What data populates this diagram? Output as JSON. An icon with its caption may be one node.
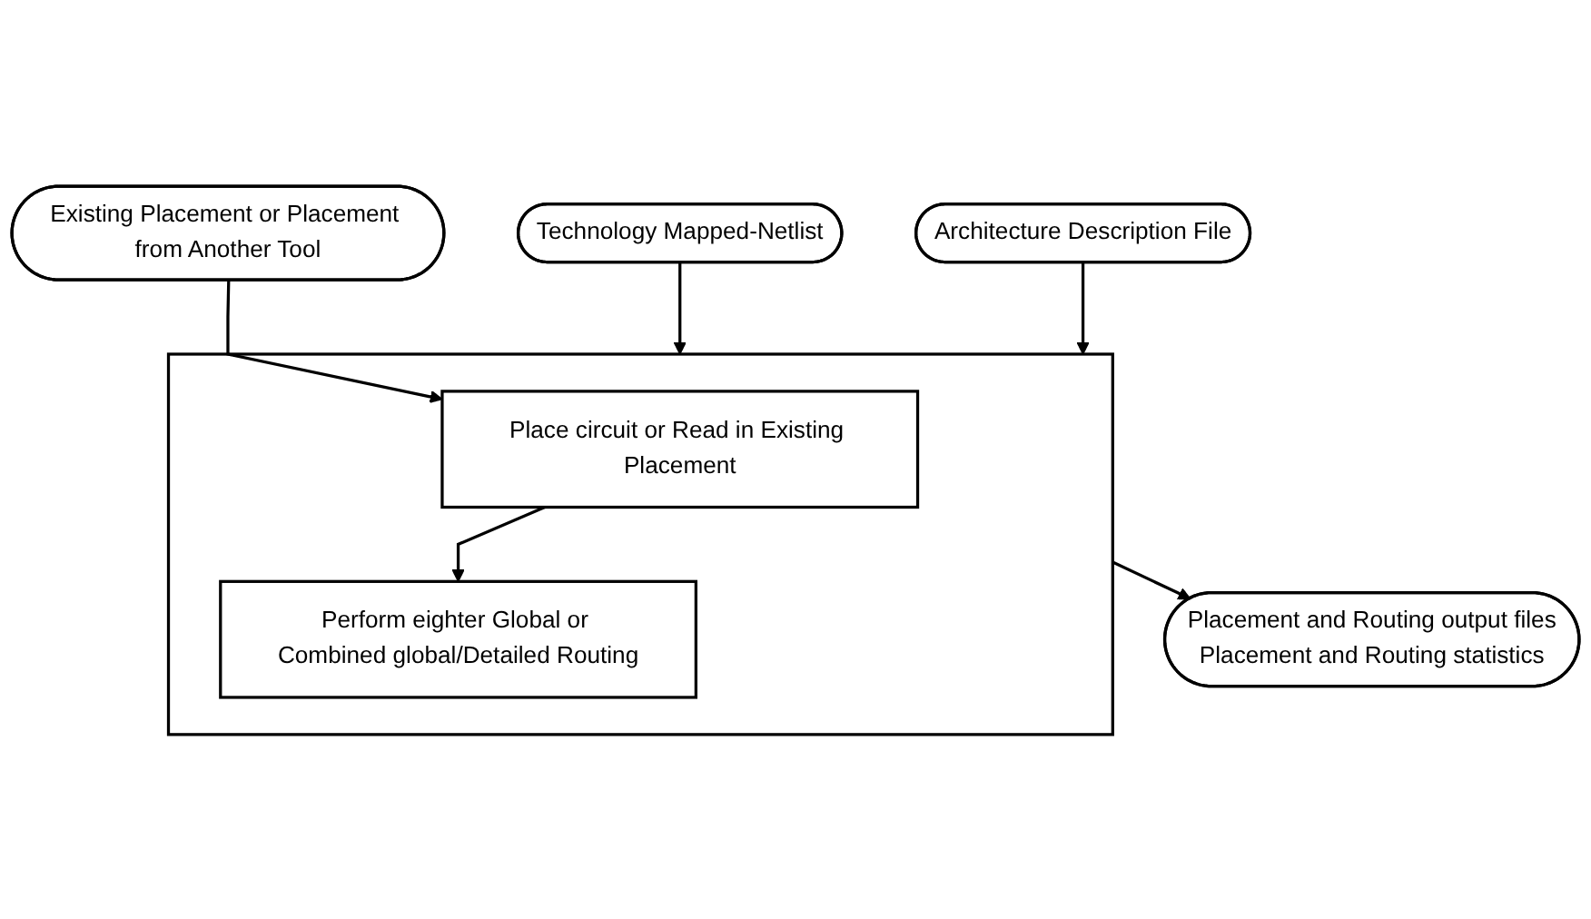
{
  "diagram": {
    "nodes": [
      {
        "text": [
          "Technology Mapped-Netlist"
        ]
      },
      {
        "text": [
          "Architecture Description File"
        ]
      },
      {
        "text": [],
        "shape": "box"
      },
      {
        "text": [
          "Place circuit or Read in Existing Placement"
        ],
        "in": 2
      },
      {
        "text": [
          "Perform eighter Global or Combined global/Detailed Routing"
        ],
        "in": 2
      },
      {
        "text": [
          "Existing Placement or Placement from Another Tool"
        ]
      },
      {
        "text": [
          "Placement and Routing output files",
          "Placement and Routing statistics"
        ]
      }
    ],
    "edges": [
      {
        "from": 0,
        "to": 2,
        "arrow": "to"
      },
      {
        "from": 1,
        "to": 2,
        "arrow": "to"
      },
      {
        "from": 5,
        "to": 3,
        "arrow": "to"
      },
      {
        "from": 3,
        "to": 4,
        "arrow": "to"
      },
      {
        "from": 2,
        "to": 6,
        "arrow": "to"
      }
    ]
  }
}
